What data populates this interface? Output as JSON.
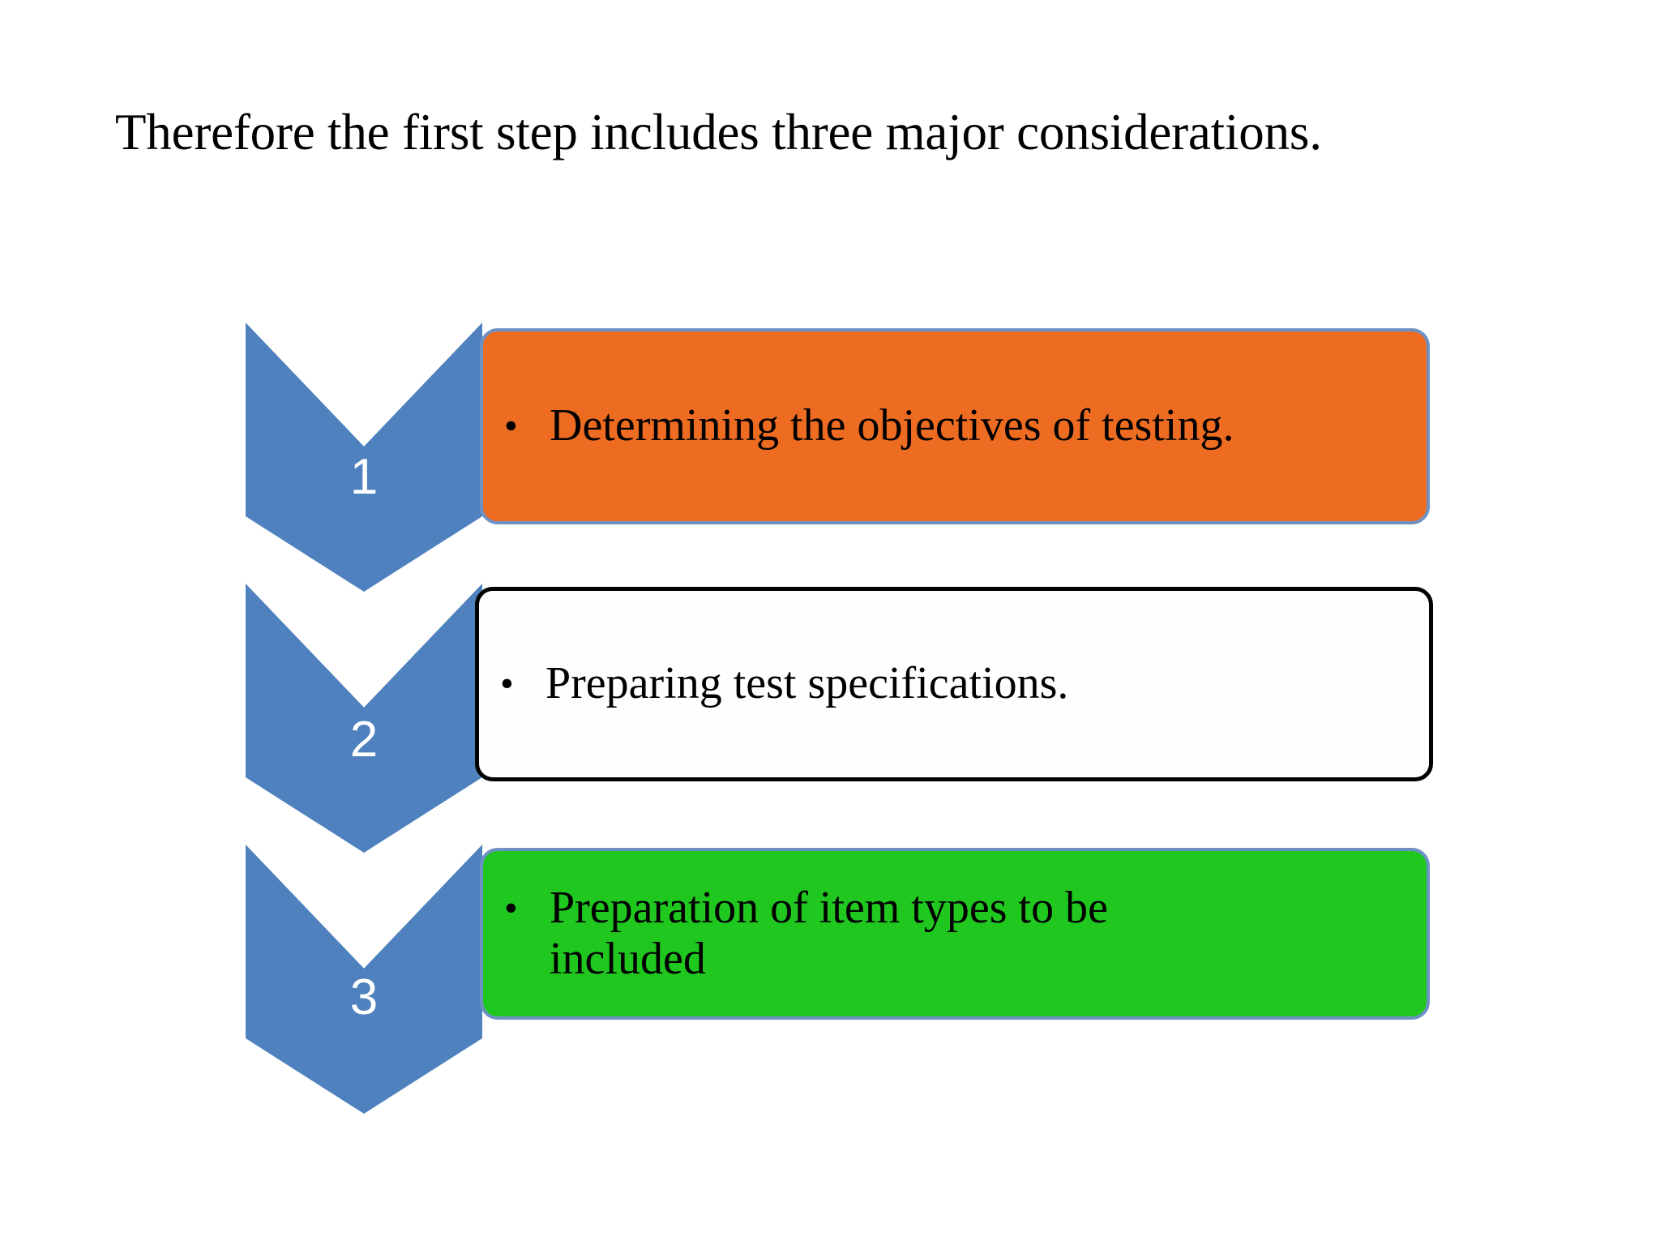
{
  "slide": {
    "title": "Therefore the first step includes three major considerations.",
    "background_color": "#FFFFFF"
  },
  "palette": {
    "chevron_blue": "#4E81BD",
    "box_border_blue": "#6E91C4",
    "box_orange": "#ED6C21",
    "box_green": "#1FC71F",
    "box_white": "#FEFEFE",
    "box_black_border": "#000000",
    "text_black": "#000000",
    "number_white": "#FFFFFF"
  },
  "steps": [
    {
      "number": "1",
      "bullet": "•",
      "text": "Determining the objectives of testing.",
      "fill": "#ED6C21",
      "border": "#6E91C4",
      "style": "orange"
    },
    {
      "number": "2",
      "bullet": "•",
      "text": "Preparing test specifications.",
      "fill": "#FEFEFE",
      "border": "#000000",
      "style": "white"
    },
    {
      "number": "3",
      "bullet": "•",
      "text": "Preparation of item types to be included",
      "fill": "#1FC71F",
      "border": "#6E91C4",
      "style": "green"
    }
  ]
}
